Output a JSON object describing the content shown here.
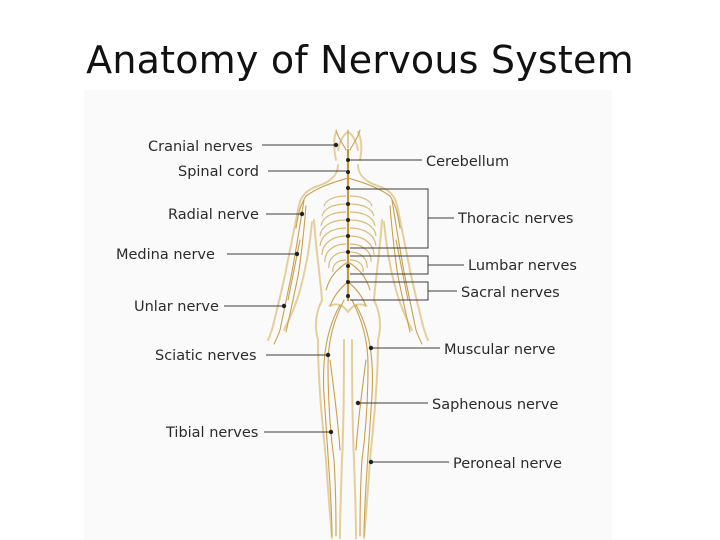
{
  "title": "Anatomy of Nervous System",
  "colors": {
    "nerve": "#c9a04e",
    "body_outline": "#e4cf9c",
    "label_text": "#2b2b2b",
    "panel_background": "#fafafa"
  },
  "labels": {
    "left": [
      "Cranial nerves",
      "Spinal cord",
      "Radial nerve",
      "Medina nerve",
      "Unlar nerve",
      "Sciatic nerves",
      "Tibial nerves"
    ],
    "right": [
      "Cerebellum",
      "Thoracic nerves",
      "Lumbar nerves",
      "Sacral nerves",
      "Muscular nerve",
      "Saphenous nerve",
      "Peroneal nerve"
    ]
  }
}
